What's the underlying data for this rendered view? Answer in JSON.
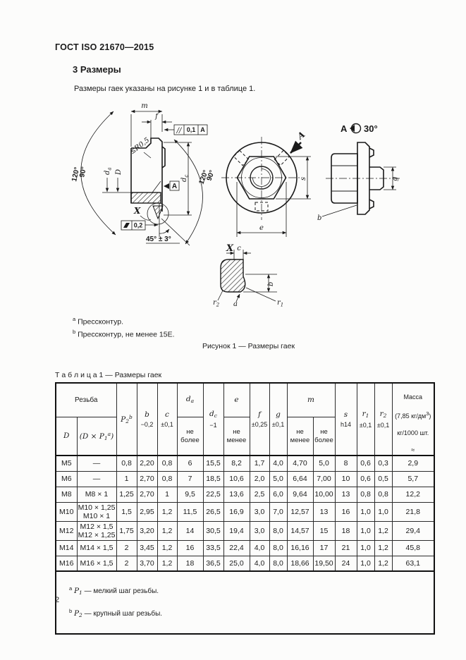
{
  "page": {
    "doc_number": "ГОСТ ISO 21670—2015",
    "section_title": "3  Размеры",
    "intro": "Размеры гаек указаны на рисунке 1 и в таблице 1.",
    "page_number": "2"
  },
  "figure": {
    "caption": "Рисунок 1 — Размеры гаек",
    "footnotes": {
      "a_marker": "a",
      "a_text": "Прессконтур.",
      "b_marker": "b",
      "b_text": "Прессконтур, не менее 15Е."
    },
    "labels": {
      "m": "m",
      "f": "f",
      "par_sym": "//",
      "par_val": "0,1",
      "par_datum": "A",
      "r_note": "≤R0,5",
      "ang120": "120°",
      "ang90": "90°",
      "d_sym": "d",
      "da_sub": "a",
      "dc_sub": "c",
      "D": "D",
      "datum": "A",
      "x": "X",
      "flat_val": "0,2",
      "angle45": "45° ± 3°",
      "view_arrow": "A",
      "s": "s",
      "e": "e",
      "rot_view_a": "A",
      "rot_view_angle": "30°",
      "g": "g",
      "b_ref": "b",
      "c": "c",
      "b": "b",
      "a_ref": "a",
      "r_sym": "r",
      "r1_sub": "1",
      "r2_sub": "2"
    }
  },
  "table": {
    "label": "Т а б л и ц а  1 — Размеры гаек",
    "header": {
      "thread_group": "Резьба",
      "d_label": "D",
      "dxp": {
        "pre": "(D × P",
        "sub": "1",
        "sup": "a",
        "post": ")"
      },
      "p2": {
        "sym": "P",
        "sub": "2",
        "sup": "b"
      },
      "b": {
        "sym": "b",
        "tol": "−0,2"
      },
      "c": {
        "sym": "c",
        "tol": "±0,1"
      },
      "da": {
        "sym": "d",
        "sub": "a",
        "note": "не\nболее"
      },
      "dc": {
        "sym": "d",
        "sub": "c",
        "tol": "−1"
      },
      "e": {
        "sym": "e",
        "note": "не\nменее"
      },
      "f": {
        "sym": "f",
        "tol": "±0,25"
      },
      "g": {
        "sym": "g",
        "tol": "±0,1"
      },
      "m": {
        "sym": "m",
        "note1": "не\nменее",
        "note2": "не\nболее"
      },
      "s": {
        "sym": "s",
        "tol": "h14"
      },
      "r1": {
        "sym": "r",
        "sub": "1",
        "tol": "±0,1"
      },
      "r2": {
        "sym": "r",
        "sub": "2",
        "tol": "±0,1"
      },
      "mass": {
        "l1": "Масса",
        "l2a": "(7,85 кг/дм",
        "l2sup": "3",
        "l2b": ")",
        "l3": "кг/1000 шт.",
        "l4": "≈"
      }
    },
    "rows": [
      [
        "M5",
        "—",
        "0,8",
        "2,20",
        "0,8",
        "6",
        "15,5",
        "8,2",
        "1,7",
        "4,0",
        "4,70",
        "5,0",
        "8",
        "0,6",
        "0,3",
        "2,9"
      ],
      [
        "M6",
        "—",
        "1",
        "2,70",
        "0,8",
        "7",
        "18,5",
        "10,6",
        "2,0",
        "5,0",
        "6,64",
        "7,00",
        "10",
        "0,6",
        "0,5",
        "5,7"
      ],
      [
        "M8",
        "M8 × 1",
        "1,25",
        "2,70",
        "1",
        "9,5",
        "22,5",
        "13,6",
        "2,5",
        "6,0",
        "9,64",
        "10,00",
        "13",
        "0,8",
        "0,8",
        "12,2"
      ],
      [
        "M10",
        "M10 × 1,25\nM10 × 1",
        "1,5",
        "2,95",
        "1,2",
        "11,5",
        "26,5",
        "16,9",
        "3,0",
        "7,0",
        "12,57",
        "13",
        "16",
        "1,0",
        "1,0",
        "21,8"
      ],
      [
        "M12",
        "M12 × 1,5\nM12 × 1,25",
        "1,75",
        "3,20",
        "1,2",
        "14",
        "30,5",
        "19,4",
        "3,0",
        "8,0",
        "14,57",
        "15",
        "18",
        "1,0",
        "1,2",
        "29,4"
      ],
      [
        "M14",
        "M14 × 1,5",
        "2",
        "3,45",
        "1,2",
        "16",
        "33,5",
        "22,4",
        "4,0",
        "8,0",
        "16,16",
        "17",
        "21",
        "1,0",
        "1,2",
        "45,8"
      ],
      [
        "M16",
        "M16 × 1,5",
        "2",
        "3,70",
        "1,2",
        "18",
        "36,5",
        "25,0",
        "4,0",
        "8,0",
        "18,66",
        "19,50",
        "24",
        "1,0",
        "1,2",
        "63,1"
      ]
    ],
    "footnotes": {
      "fn1": {
        "marker": "a",
        "sym": "P",
        "sub": "1",
        "text": " — мелкий шаг резьбы."
      },
      "fn2": {
        "marker": "b",
        "sym": "P",
        "sub": "2",
        "text": " — крупный шаг резьбы."
      }
    }
  }
}
